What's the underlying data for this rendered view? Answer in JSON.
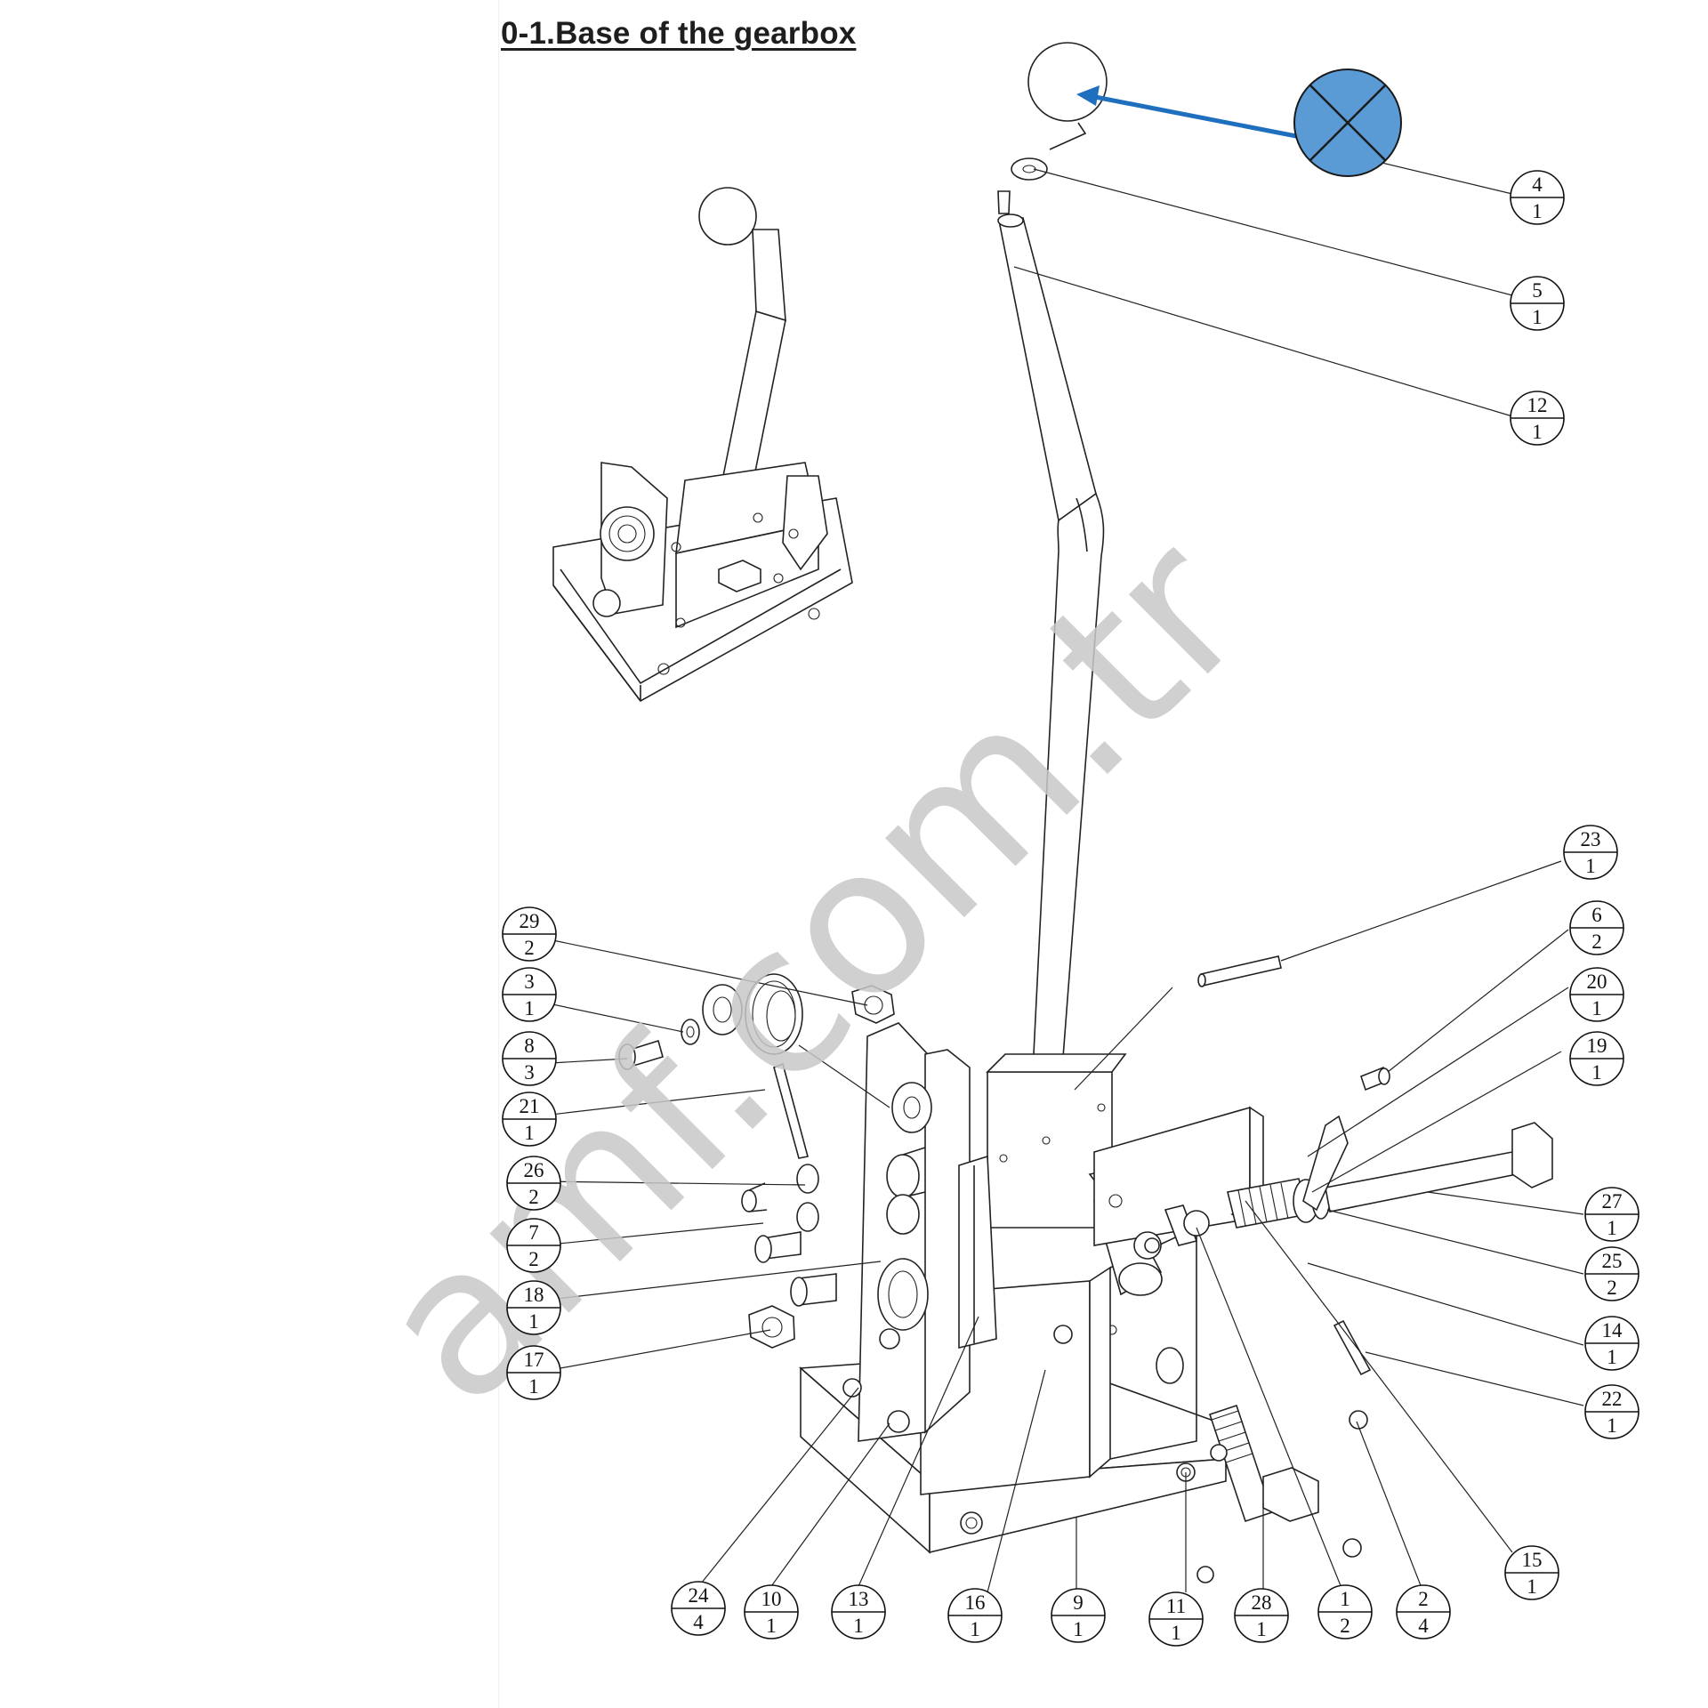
{
  "title": "0-1.Base of the gearbox",
  "watermark": "amf.com.tr",
  "annotation": {
    "marker_icon": "blue-circle-x-icon",
    "color": "#5b9bd5",
    "arrow_color": "#1f6fbf"
  },
  "balloons": [
    {
      "id": "4",
      "qty": "1"
    },
    {
      "id": "5",
      "qty": "1"
    },
    {
      "id": "12",
      "qty": "1"
    },
    {
      "id": "23",
      "qty": "1"
    },
    {
      "id": "6",
      "qty": "2"
    },
    {
      "id": "20",
      "qty": "1"
    },
    {
      "id": "19",
      "qty": "1"
    },
    {
      "id": "27",
      "qty": "1"
    },
    {
      "id": "25",
      "qty": "2"
    },
    {
      "id": "14",
      "qty": "1"
    },
    {
      "id": "22",
      "qty": "1"
    },
    {
      "id": "15",
      "qty": "1"
    },
    {
      "id": "29",
      "qty": "2"
    },
    {
      "id": "3",
      "qty": "1"
    },
    {
      "id": "8",
      "qty": "3"
    },
    {
      "id": "21",
      "qty": "1"
    },
    {
      "id": "26",
      "qty": "2"
    },
    {
      "id": "7",
      "qty": "2"
    },
    {
      "id": "18",
      "qty": "1"
    },
    {
      "id": "17",
      "qty": "1"
    },
    {
      "id": "24",
      "qty": "4"
    },
    {
      "id": "10",
      "qty": "1"
    },
    {
      "id": "13",
      "qty": "1"
    },
    {
      "id": "16",
      "qty": "1"
    },
    {
      "id": "9",
      "qty": "1"
    },
    {
      "id": "11",
      "qty": "1"
    },
    {
      "id": "28",
      "qty": "1"
    },
    {
      "id": "1",
      "qty": "2"
    },
    {
      "id": "2",
      "qty": "4"
    }
  ]
}
